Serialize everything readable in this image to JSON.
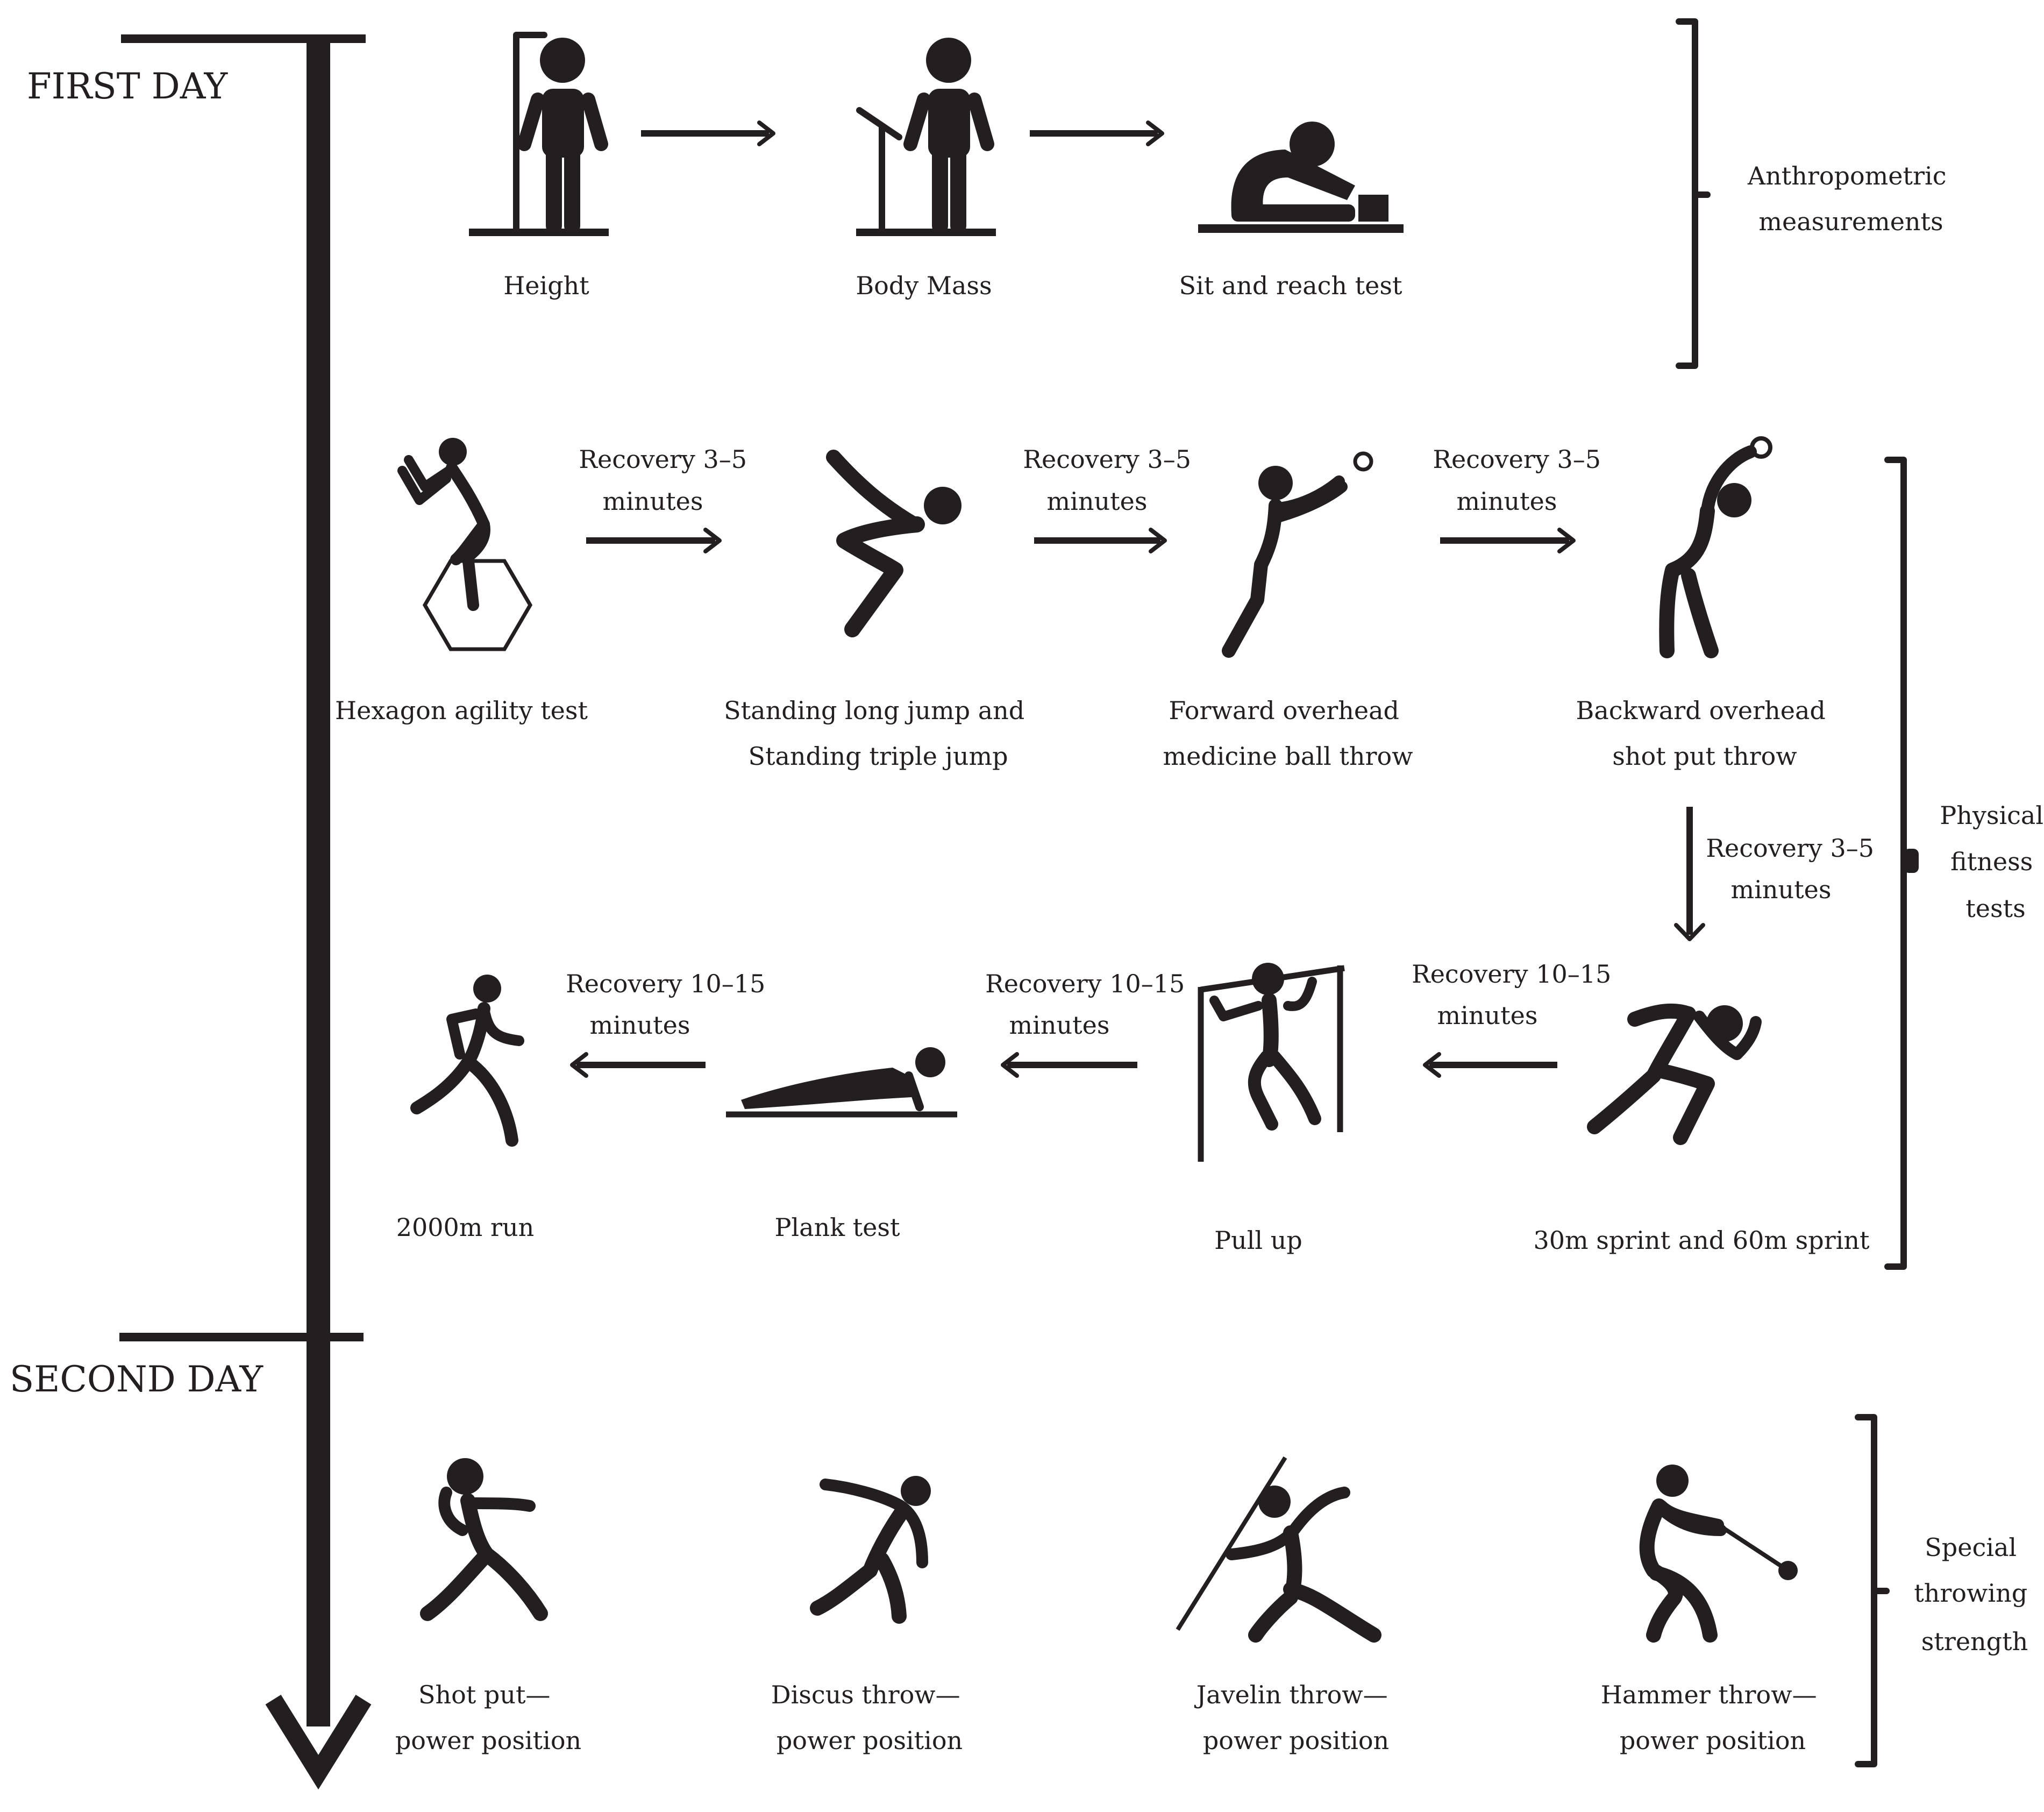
{
  "days": {
    "first": "FIRST DAY",
    "second": "SECOND DAY"
  },
  "groups": {
    "anthropometric": [
      "Anthropometric",
      "measurements"
    ],
    "physical": [
      "Physical",
      "fitness",
      "tests"
    ],
    "special": [
      "Special",
      "throwing",
      "strength"
    ]
  },
  "tests": {
    "height": [
      "Height"
    ],
    "body_mass": [
      "Body Mass"
    ],
    "sit_reach": [
      "Sit and reach test"
    ],
    "hexagon": [
      "Hexagon agility test"
    ],
    "jumps": [
      "Standing long jump and",
      "Standing triple jump"
    ],
    "forward_throw": [
      "Forward overhead",
      "medicine ball throw"
    ],
    "backward_throw": [
      "Backward overhead",
      "shot put throw"
    ],
    "sprint": [
      "30m sprint and 60m sprint"
    ],
    "pull_up": [
      "Pull up"
    ],
    "plank": [
      "Plank test"
    ],
    "run": [
      "2000m run"
    ],
    "shot_put": [
      "Shot put—",
      "power position"
    ],
    "discus": [
      "Discus throw—",
      "power position"
    ],
    "javelin": [
      "Javelin throw—",
      "power position"
    ],
    "hammer": [
      "Hammer throw—",
      "power position"
    ]
  },
  "recovery": {
    "short": [
      "Recovery 3–5",
      "minutes"
    ],
    "long": [
      "Recovery 10–15",
      "minutes"
    ]
  },
  "icons": [
    "height-icon",
    "body-mass-icon",
    "sit-reach-icon",
    "hexagon-agility-icon",
    "long-jump-icon",
    "forward-throw-icon",
    "backward-throw-icon",
    "sprint-icon",
    "pull-up-icon",
    "plank-icon",
    "run-icon",
    "shot-put-icon",
    "discus-icon",
    "javelin-icon",
    "hammer-icon"
  ],
  "colors": {
    "ink": "#231f20",
    "background": "#ffffff"
  }
}
